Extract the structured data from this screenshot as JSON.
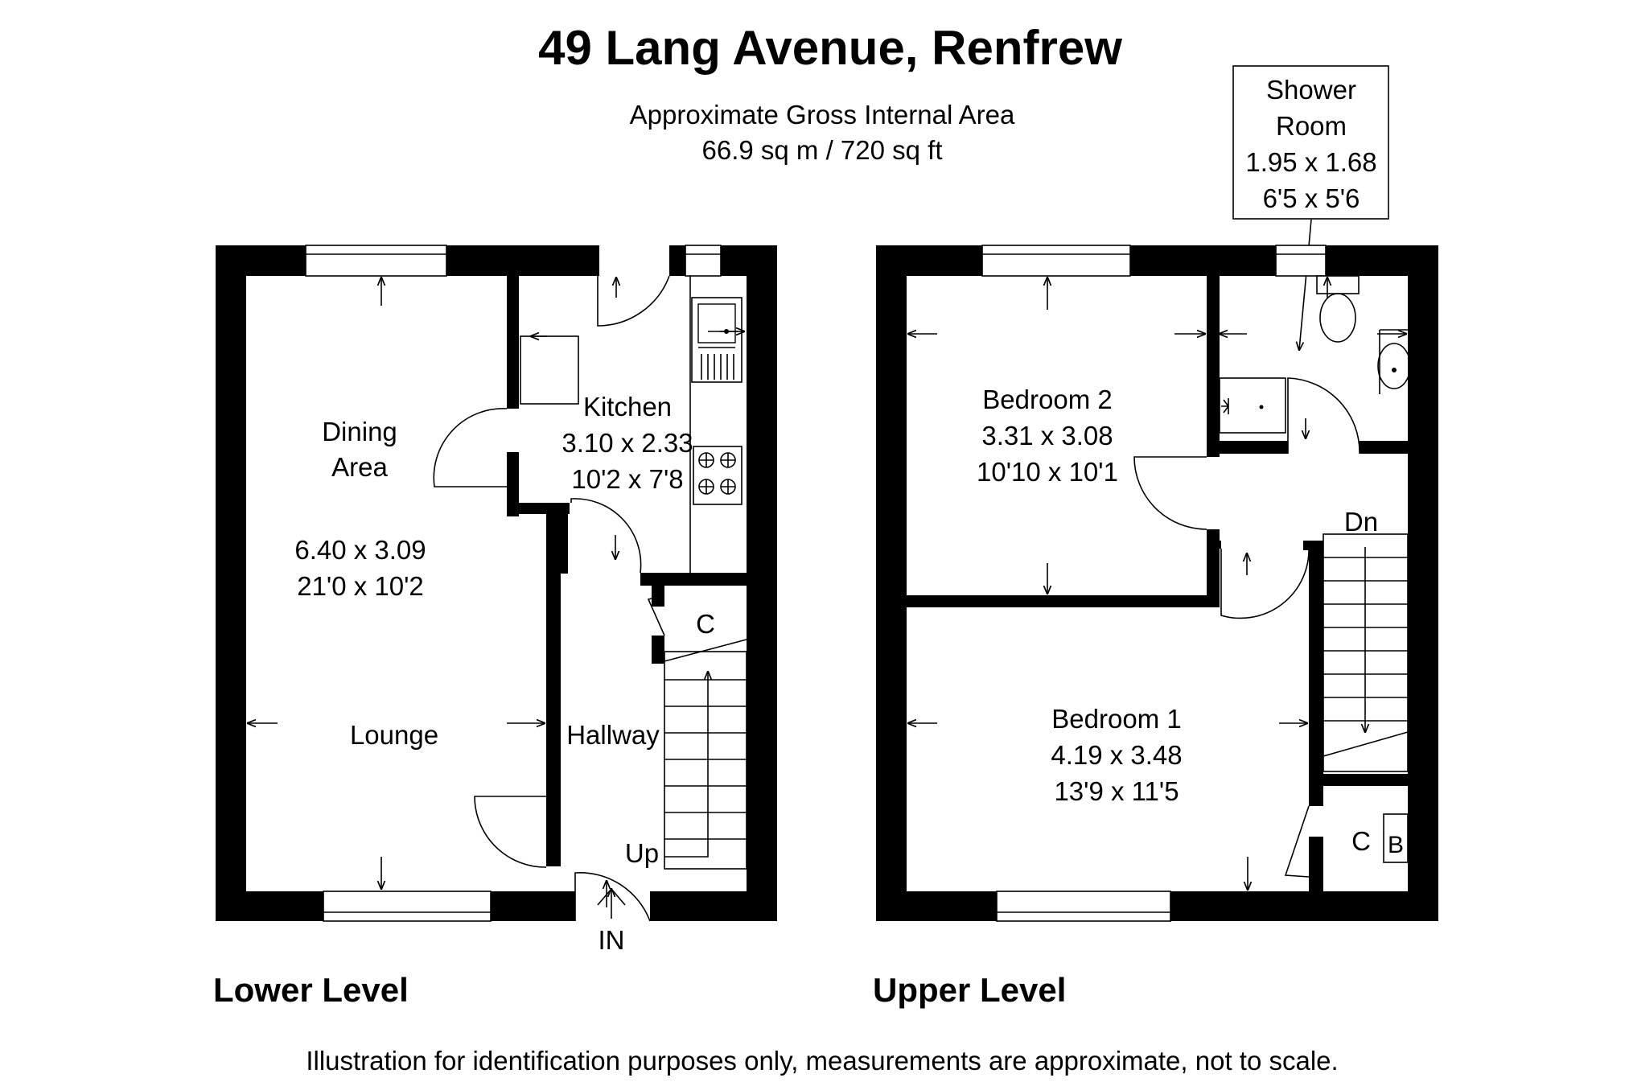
{
  "title": "49 Lang Avenue, Renfrew",
  "area": {
    "label": "Approximate Gross Internal Area",
    "value": "66.9 sq m / 720 sq ft"
  },
  "levels": {
    "lower": {
      "label": "Lower Level",
      "rooms": {
        "dining": {
          "name_line1": "Dining",
          "name_line2": "Area",
          "metric": "6.40 x 3.09",
          "imperial": "21'0 x 10'2"
        },
        "lounge": {
          "name": "Lounge"
        },
        "kitchen": {
          "name": "Kitchen",
          "metric": "3.10 x 2.33",
          "imperial": "10'2 x 7'8"
        },
        "hallway": {
          "name": "Hallway"
        },
        "cupboard": {
          "name": "C"
        }
      },
      "stairs_label": "Up",
      "entrance_label": "IN"
    },
    "upper": {
      "label": "Upper Level",
      "rooms": {
        "bedroom2": {
          "name": "Bedroom 2",
          "metric": "3.31 x 3.08",
          "imperial": "10'10 x 10'1"
        },
        "bedroom1": {
          "name": "Bedroom 1",
          "metric": "4.19 x 3.48",
          "imperial": "13'9 x 11'5"
        },
        "shower": {
          "name_line1": "Shower",
          "name_line2": "Room",
          "metric": "1.95 x 1.68",
          "imperial": "6'5 x 5'6"
        },
        "cupboard": {
          "name": "C"
        },
        "boiler": {
          "name": "B"
        }
      },
      "stairs_label": "Dn"
    }
  },
  "disclaimer": "Illustration for identification purposes only, measurements are approximate, not to scale."
}
